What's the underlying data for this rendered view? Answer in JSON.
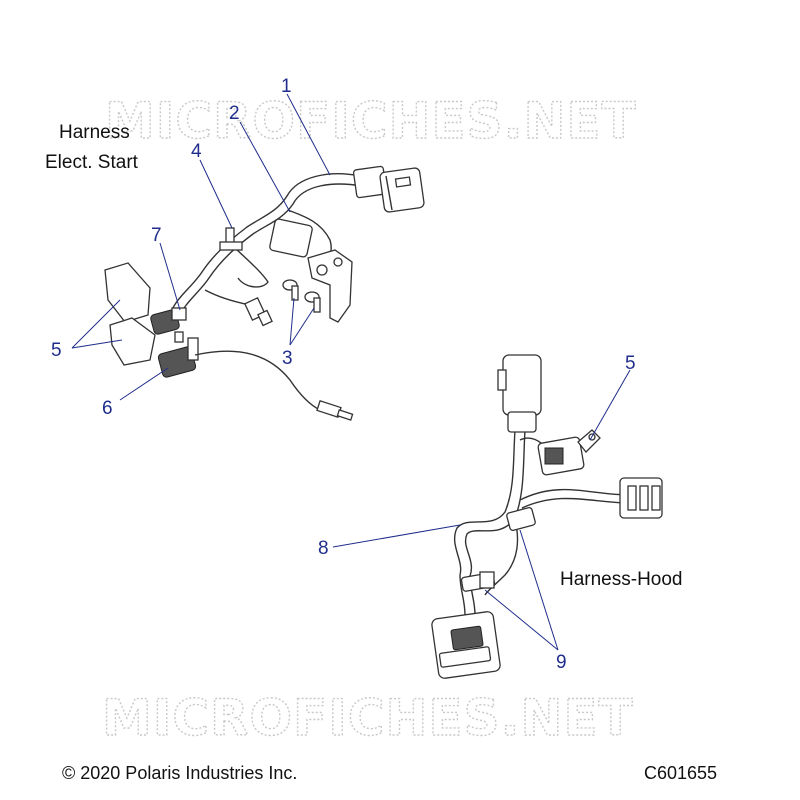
{
  "watermark": "MICROFICHES.NET",
  "labels": {
    "harness_elect_line1": "Harness",
    "harness_elect_line2": "Elect. Start",
    "harness_hood": "Harness-Hood"
  },
  "callouts": {
    "c1": "1",
    "c2": "2",
    "c3": "3",
    "c4": "4",
    "c5a": "5",
    "c5b": "5",
    "c6": "6",
    "c7": "7",
    "c8": "8",
    "c9": "9"
  },
  "footer": {
    "copyright": "© 2020 Polaris Industries Inc.",
    "diagram_code": "C601655"
  }
}
